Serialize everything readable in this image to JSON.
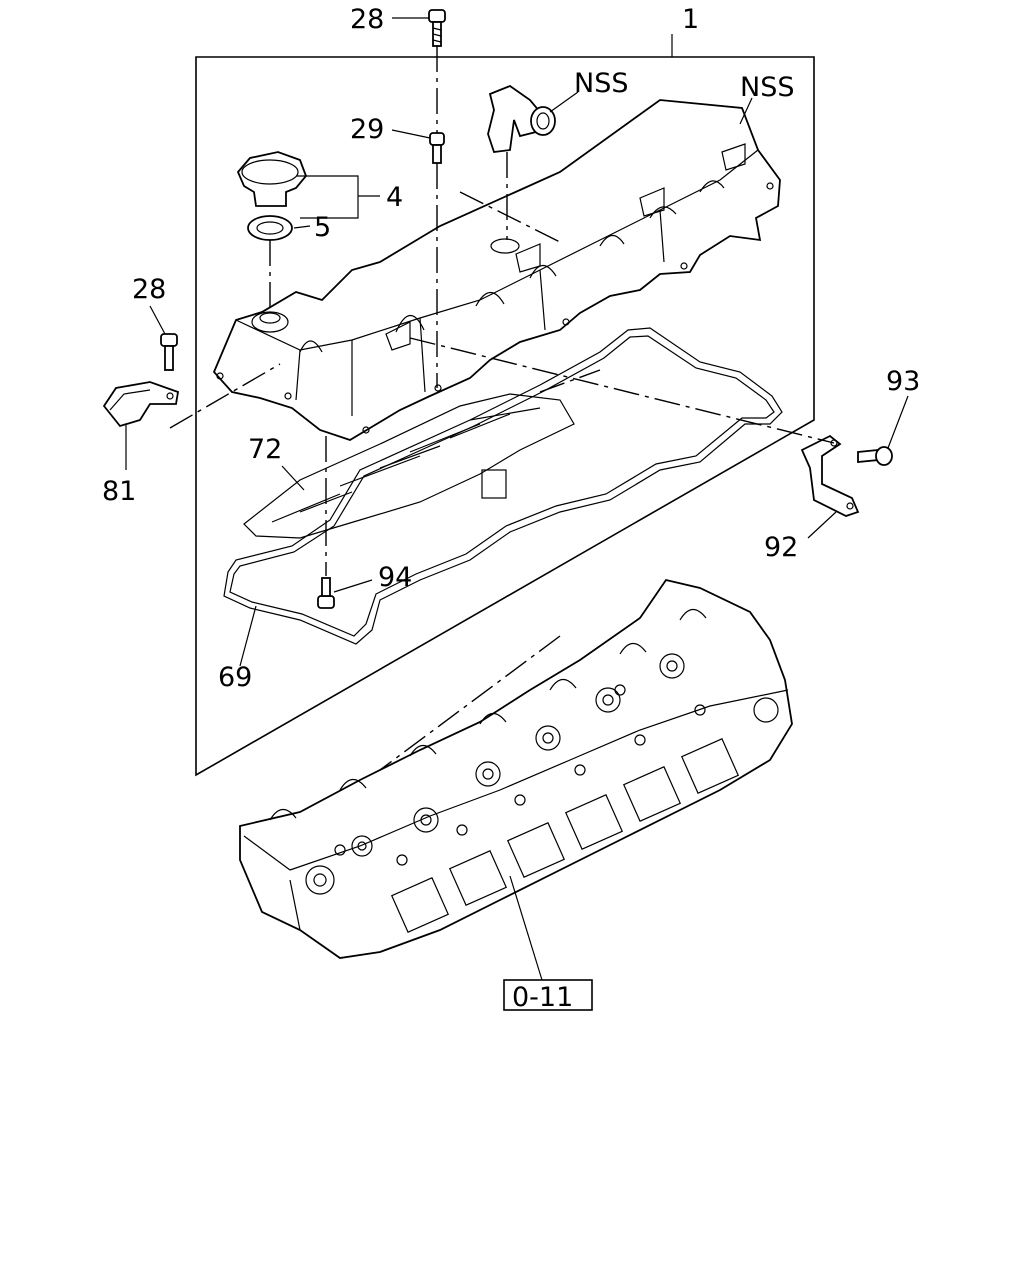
{
  "callouts": {
    "assembly": "1",
    "bolt_top": "28",
    "bolt_mid": "29",
    "nss_elbow": "NSS",
    "nss_cover": "NSS",
    "cap": "4",
    "cap_seal": "5",
    "bolt_left": "28",
    "clip": "81",
    "gasket_inner": "72",
    "stud": "94",
    "gasket_outer": "69",
    "bolt_right": "93",
    "bracket": "92",
    "reference": "0-11"
  }
}
